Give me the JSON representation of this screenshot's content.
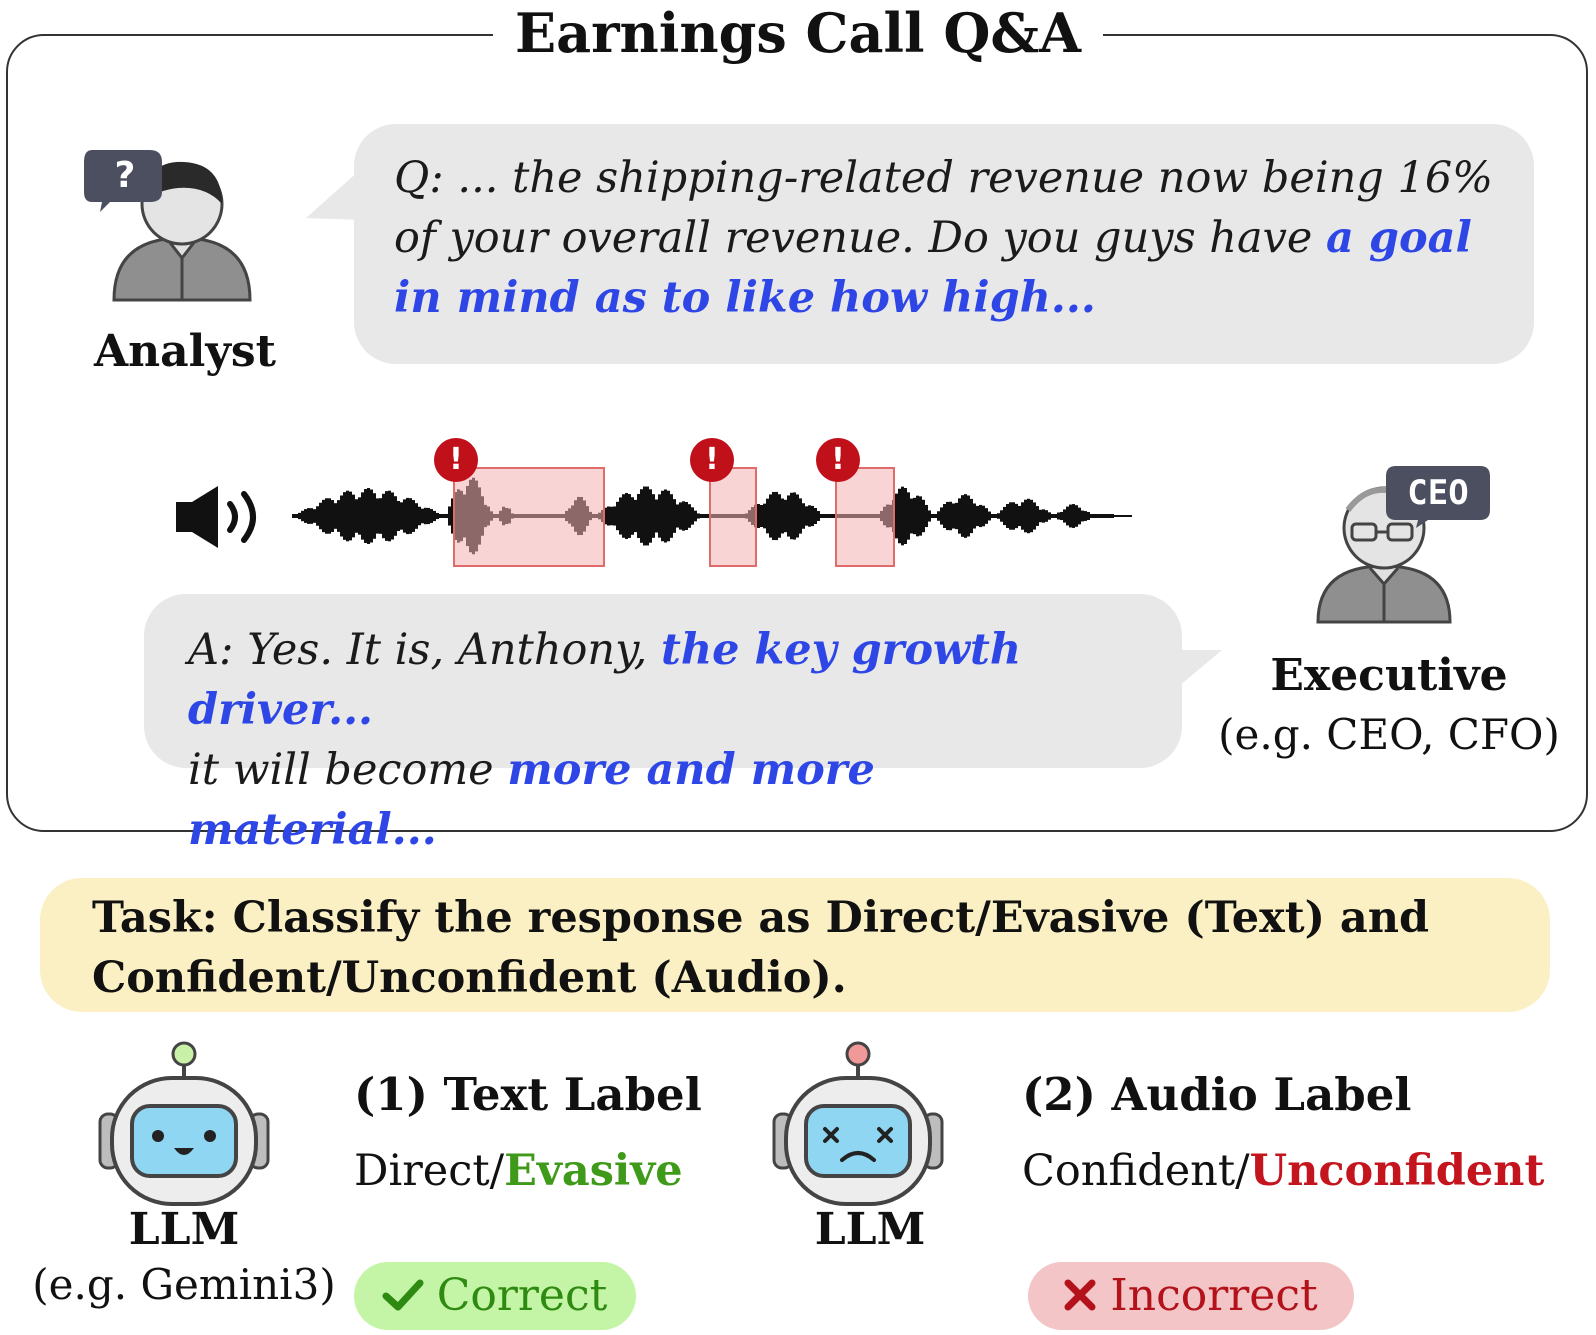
{
  "title": "Earnings Call Q&A",
  "analyst": {
    "label": "Analyst",
    "badge": "?",
    "question_plain": "Q: ... the shipping-related revenue now being 16% of your overall revenue. Do you guys have ",
    "question_highlight": "a goal in mind as to like how high..."
  },
  "executive": {
    "label": "Executive",
    "sub_label": "(e.g. CEO, CFO)",
    "badge": "CEO",
    "answer_plain_1": "A: Yes. It is, Anthony, ",
    "answer_highlight_1": "the key growth driver...",
    "answer_plain_2": "it will become ",
    "answer_highlight_2": "more and more material..."
  },
  "audio": {
    "alert_mark": "!",
    "alert_count": 3
  },
  "task": {
    "text": "Task: Classify the response as Direct/Evasive (Text) and Confident/Unconfident (Audio)."
  },
  "text_label": {
    "heading": "(1) Text Label",
    "option_a": "Direct/",
    "option_b": "Evasive",
    "result_icon": "check-icon",
    "result": "Correct"
  },
  "audio_label": {
    "heading": "(2) Audio Label",
    "option_a": "Confident/",
    "option_b": "Unconfident",
    "result_icon": "x-icon",
    "result": "Incorrect"
  },
  "llm_left": {
    "label": "LLM",
    "sub_label": "(e.g. Gemini3)"
  },
  "llm_right": {
    "label": "LLM"
  },
  "colors": {
    "highlight_blue": "#2e46e6",
    "evasive_green": "#3f9a1a",
    "unconfident_red": "#c4141e",
    "alert_red": "#c0101a",
    "task_bg": "#fbf0c4"
  }
}
